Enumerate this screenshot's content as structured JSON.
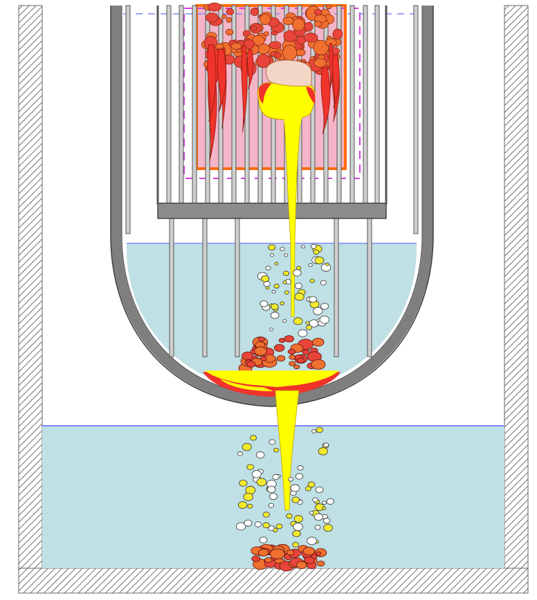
{
  "diagram": {
    "kind": "core-melt-relocation-schematic",
    "colors": {
      "background": "#ffffff",
      "hatch": "#7a7a7a",
      "vessel_wall": "#7f7f7f",
      "vessel_outline": "#3c3c3c",
      "water": "#bfe0e5",
      "water_surface": "#7f86ff",
      "core_box": "#f4b5c8",
      "core_box_border": "#ff6a00",
      "shroud_dash": "#d43fe0",
      "rod_fill": "#cfcfcf",
      "rod_outline": "#555555",
      "plate": "#8c8c8c",
      "melt_yellow": "#ffff00",
      "melt_red": "#f0332b",
      "debris_orange": "#f07030",
      "debris_red": "#e8443a",
      "crust": "#f3d6c6",
      "bubble_white": "#ffffff",
      "bubble_yellow": "#f2ea2a"
    },
    "components": [
      "containment-walls",
      "reactor-vessel",
      "core-region",
      "fuel-rods",
      "lower-support-plate",
      "lower-plenum-water",
      "cavity-water-pool",
      "melt-jet-in-vessel",
      "melt-jet-ex-vessel",
      "lower-head-melt-pool",
      "in-vessel-debris-bed",
      "ex-vessel-debris-bed",
      "steam-bubbles"
    ]
  }
}
